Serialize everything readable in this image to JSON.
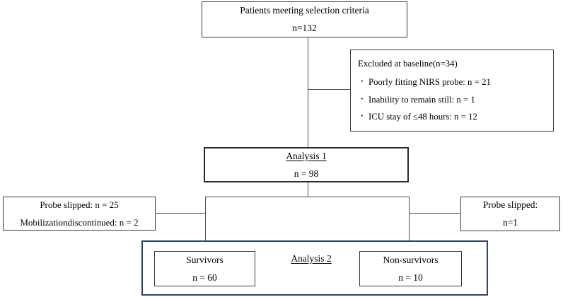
{
  "figure": {
    "type": "flowchart",
    "title": "Patient selection and analysis flow diagram",
    "accent_navy": "#2e4368",
    "line_color": "#4a4a4a"
  },
  "nodes": {
    "top": {
      "line1": "Patients meeting selection criteria",
      "line2": "n=132"
    },
    "excluded": {
      "header": "Excluded at baseline(n=34)",
      "items": [
        "Poorly fitting NIRS probe: n = 21",
        "Inability to remain still: n = 1",
        "ICU stay of ≤48 hours: n = 12"
      ]
    },
    "analysis1": {
      "line1": "Analysis 1",
      "line2": "n = 98"
    },
    "left_dropout": {
      "line1": "Probe slipped: n = 25",
      "line2": "Mobilizationdiscontinued:   n = 2"
    },
    "right_dropout": {
      "line1": "Probe slipped:",
      "line2": "n=1"
    },
    "analysis2_label": "Analysis 2",
    "survivors": {
      "line1": "Survivors",
      "line2": "n = 60"
    },
    "nonsurvivors": {
      "line1": "Non-survivors",
      "line2": "n = 10"
    }
  }
}
